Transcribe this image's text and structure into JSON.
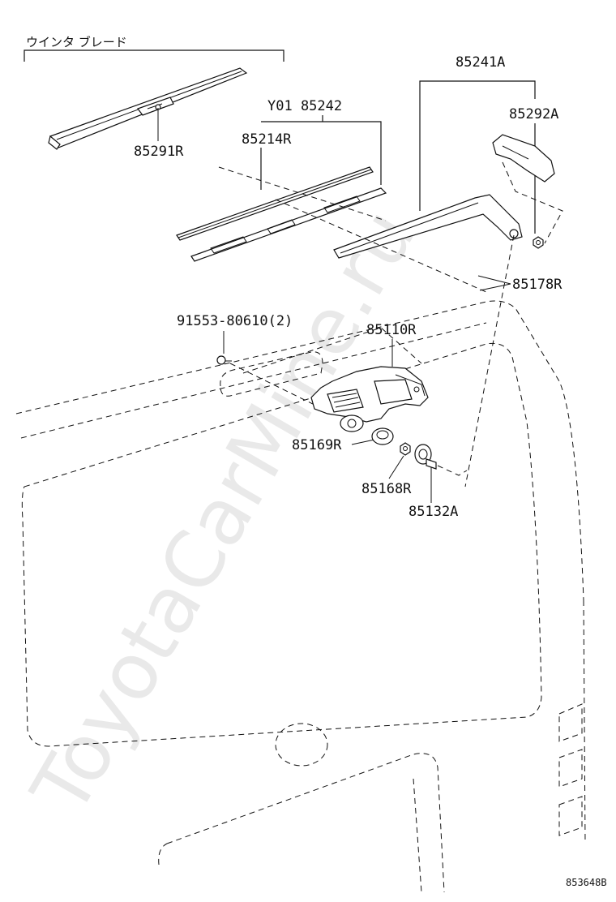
{
  "header_label": "ウインタ ブレード",
  "labels": {
    "p85291R": "85291R",
    "p85242": "Y01 85242",
    "p85214R": "85214R",
    "p85241A": "85241A",
    "p85292A": "85292A",
    "p85178R": "85178R",
    "p91553": "91553-80610(2)",
    "p85110R": "85110R",
    "p85169R": "85169R",
    "p85168R": "85168R",
    "p85132A": "85132A"
  },
  "watermark": "ToyotaCarMine.ru",
  "drawing_number": "853648B"
}
